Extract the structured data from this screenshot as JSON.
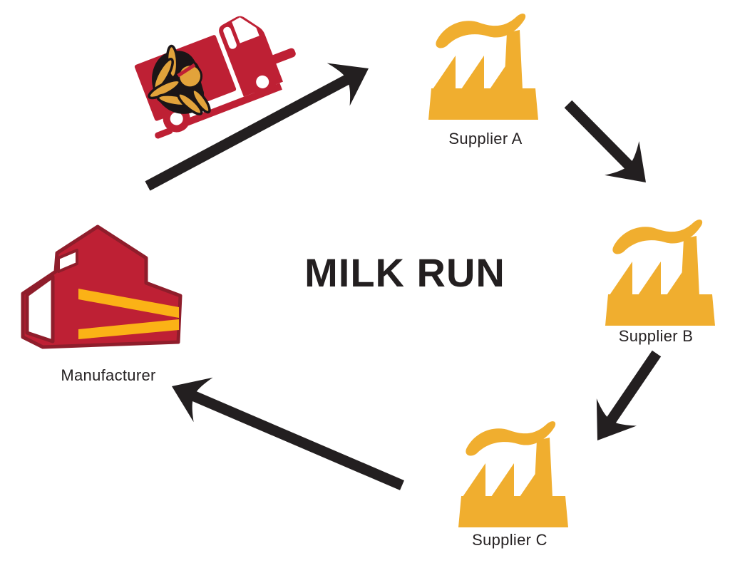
{
  "diagram": {
    "title": "MILK RUN",
    "background": "#ffffff",
    "colors": {
      "truck_red": "#BE2034",
      "building_red": "#BE2034",
      "building_outline": "#8F1D2B",
      "factory_amber": "#F0AE2F",
      "stripe_gold": "#FBB216",
      "arrow_black": "#231F20",
      "logo_gold": "#E2A33B",
      "label_color": "#262223"
    },
    "nodes": {
      "truck": {
        "icon": "delivery-truck-icon"
      },
      "supplier_a": {
        "label": "Supplier A",
        "icon": "factory-icon"
      },
      "supplier_b": {
        "label": "Supplier B",
        "icon": "factory-icon"
      },
      "supplier_c": {
        "label": "Supplier C",
        "icon": "factory-icon"
      },
      "manufacturer": {
        "label": "Manufacturer",
        "icon": "manufacturer-building-icon"
      }
    },
    "arrows": [
      {
        "name": "arrow-truck-to-supplier-a",
        "from": "truck",
        "to": "supplier_a",
        "direction": "up-right"
      },
      {
        "name": "arrow-supplier-a-to-supplier-b",
        "from": "supplier_a",
        "to": "supplier_b",
        "direction": "down-right"
      },
      {
        "name": "arrow-supplier-b-to-supplier-c",
        "from": "supplier_b",
        "to": "supplier_c",
        "direction": "down-left"
      },
      {
        "name": "arrow-supplier-c-to-manufacturer",
        "from": "supplier_c",
        "to": "manufacturer",
        "direction": "up-left"
      }
    ]
  }
}
